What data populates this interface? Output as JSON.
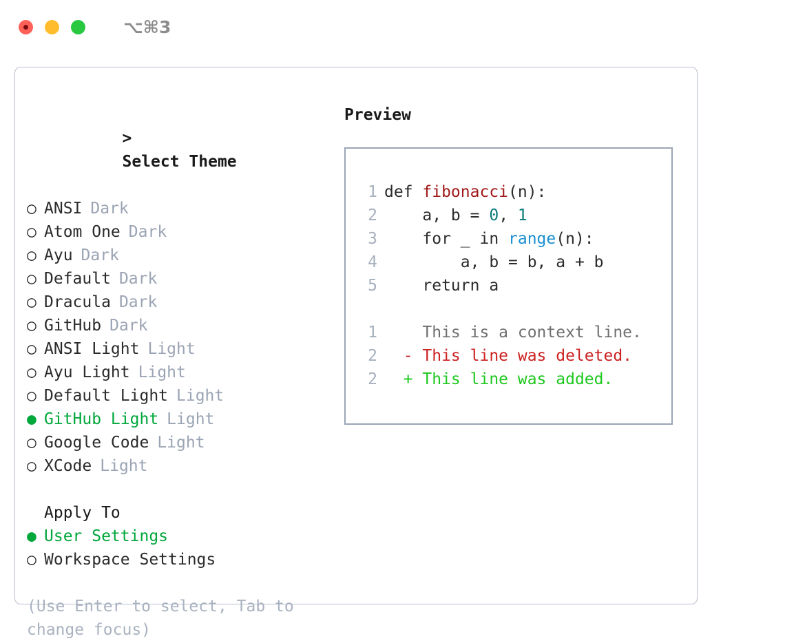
{
  "titlebar": {
    "shortcut": "⌥⌘3",
    "buttons": [
      {
        "name": "close",
        "color": "#ff6159"
      },
      {
        "name": "minimize",
        "color": "#ffbd2e"
      },
      {
        "name": "maximize",
        "color": "#28c840"
      }
    ]
  },
  "colors": {
    "selected_green": "#00a73a",
    "muted_gray": "#9ba4b4",
    "panel_border": "#b9bfcc",
    "preview_border": "#9aa5b4",
    "diff_add": "#1ec81e",
    "diff_del": "#cc2222",
    "token_function": "#a01818",
    "token_number": "#0b7a7a",
    "token_call": "#1a8fd0"
  },
  "theme_list": {
    "header_prefix": ">",
    "header": "Select Theme",
    "marker_selected": "●",
    "marker_unselected": "○",
    "items": [
      {
        "name": "ANSI",
        "variant": "Dark",
        "selected": false
      },
      {
        "name": "Atom One",
        "variant": "Dark",
        "selected": false
      },
      {
        "name": "Ayu",
        "variant": "Dark",
        "selected": false
      },
      {
        "name": "Default",
        "variant": "Dark",
        "selected": false
      },
      {
        "name": "Dracula",
        "variant": "Dark",
        "selected": false
      },
      {
        "name": "GitHub",
        "variant": "Dark",
        "selected": false
      },
      {
        "name": "ANSI Light",
        "variant": "Light",
        "selected": false
      },
      {
        "name": "Ayu Light",
        "variant": "Light",
        "selected": false
      },
      {
        "name": "Default Light",
        "variant": "Light",
        "selected": false
      },
      {
        "name": "GitHub Light",
        "variant": "Light",
        "selected": true
      },
      {
        "name": "Google Code",
        "variant": "Light",
        "selected": false
      },
      {
        "name": "XCode",
        "variant": "Light",
        "selected": false
      }
    ]
  },
  "apply_to": {
    "header": "Apply To",
    "options": [
      {
        "label": "User Settings",
        "selected": true
      },
      {
        "label": "Workspace Settings",
        "selected": false
      }
    ]
  },
  "hint": "(Use Enter to select, Tab to change focus)",
  "preview": {
    "title": "Preview",
    "code_lines": [
      {
        "num": "1",
        "tokens": [
          {
            "t": "def ",
            "k": "plain"
          },
          {
            "t": "fibonacci",
            "k": "fn"
          },
          {
            "t": "(n):",
            "k": "plain"
          }
        ]
      },
      {
        "num": "2",
        "tokens": [
          {
            "t": "    a, b = ",
            "k": "plain"
          },
          {
            "t": "0",
            "k": "num"
          },
          {
            "t": ", ",
            "k": "plain"
          },
          {
            "t": "1",
            "k": "num"
          }
        ]
      },
      {
        "num": "3",
        "tokens": [
          {
            "t": "    for _ in ",
            "k": "plain"
          },
          {
            "t": "range",
            "k": "call"
          },
          {
            "t": "(n):",
            "k": "plain"
          }
        ]
      },
      {
        "num": "4",
        "tokens": [
          {
            "t": "        a, b = b, a + b",
            "k": "plain"
          }
        ]
      },
      {
        "num": "5",
        "tokens": [
          {
            "t": "    return a",
            "k": "plain"
          }
        ]
      }
    ],
    "diff_lines": [
      {
        "num": "1",
        "marker": " ",
        "text": "This is a context line.",
        "kind": "context"
      },
      {
        "num": "2",
        "marker": "-",
        "text": "This line was deleted.",
        "kind": "deleted"
      },
      {
        "num": "2",
        "marker": "+",
        "text": "This line was added.",
        "kind": "added"
      }
    ]
  }
}
